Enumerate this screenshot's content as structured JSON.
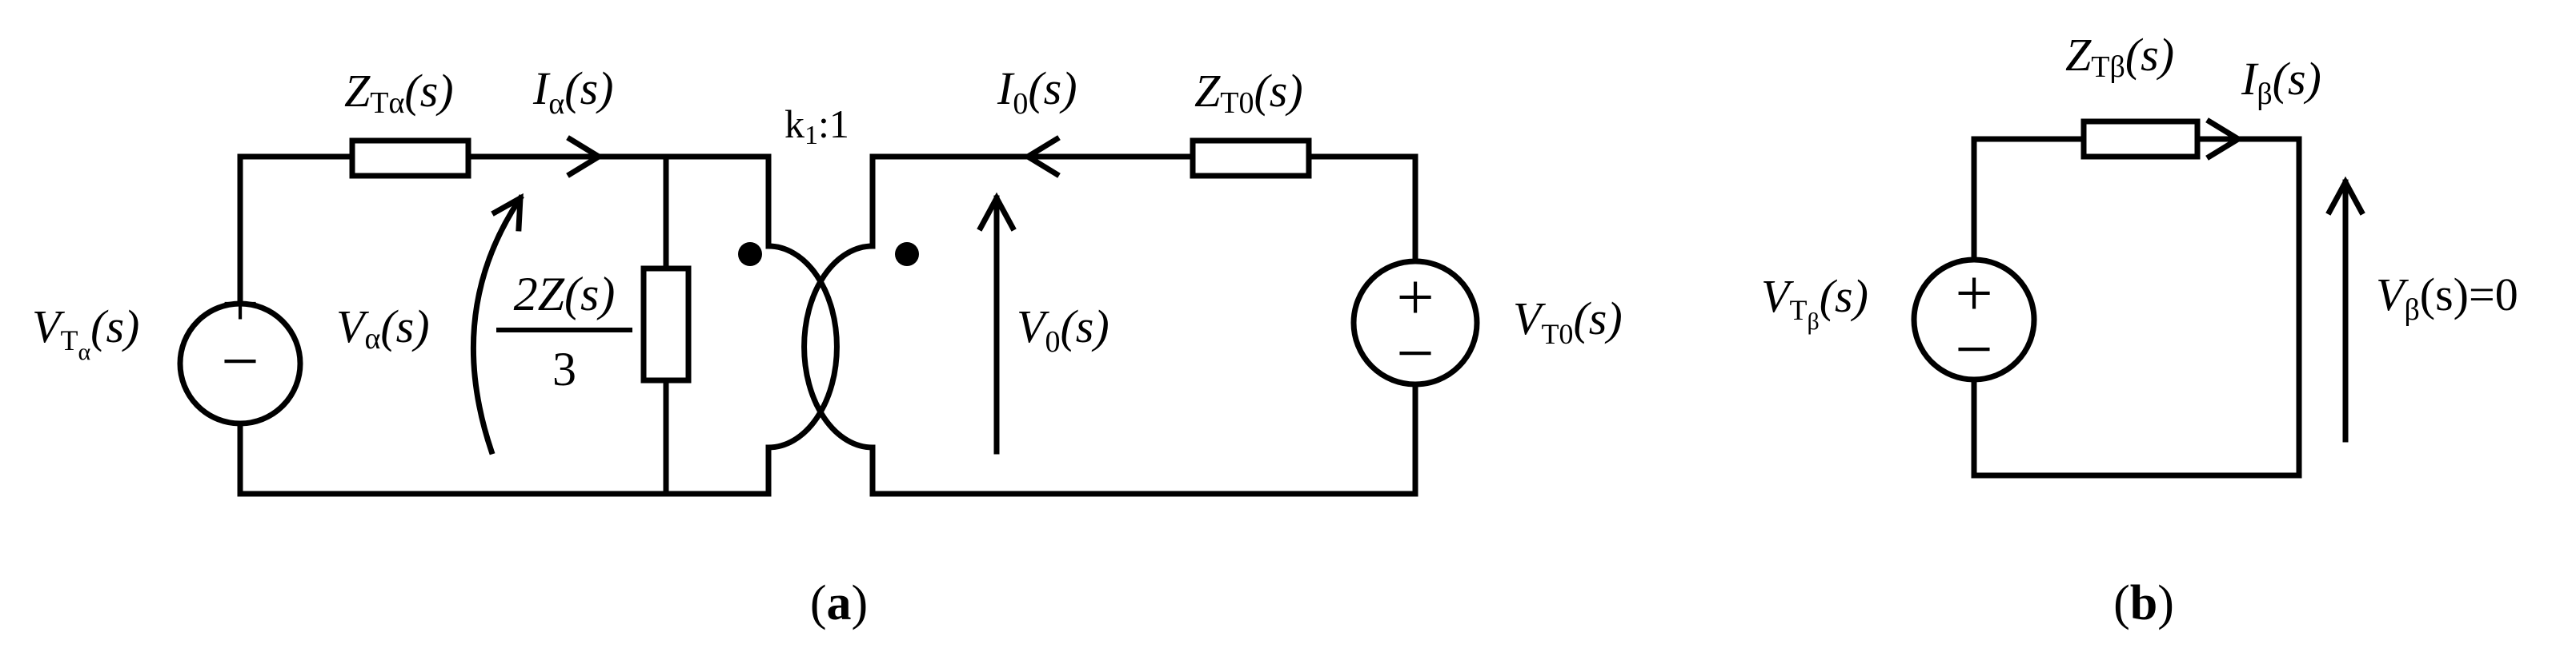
{
  "panel_a": {
    "caption_open": "(",
    "caption_letter": "a",
    "caption_close": ")",
    "z_ta": {
      "main": "Z",
      "sub": "Tα",
      "tail": "(s)"
    },
    "i_a": {
      "main": "I",
      "sub": "α",
      "tail": "(s)"
    },
    "turns_ratio": {
      "main": "k",
      "sub": "1",
      "tail": ":1"
    },
    "i_0": {
      "main": "I",
      "sub": "0",
      "tail": "(s)"
    },
    "z_t0": {
      "main": "Z",
      "sub": "T0",
      "tail": "(s)"
    },
    "v_ta": {
      "main": "V",
      "sub": "T",
      "subsub": "α",
      "tail": "(s)"
    },
    "v_a": {
      "main": "V",
      "sub": "α",
      "tail": "(s)"
    },
    "load_num": "2Z(s)",
    "load_den": "3",
    "v_0": {
      "main": "V",
      "sub": "0",
      "tail": "(s)"
    },
    "v_t0": {
      "main": "V",
      "sub": "T0",
      "tail": "(s)"
    },
    "source_plus": "+",
    "source_minus": "−"
  },
  "panel_b": {
    "caption_open": "(",
    "caption_letter": "b",
    "caption_close": ")",
    "z_tb": {
      "main": "Z",
      "sub": "Tβ",
      "tail": "(s)"
    },
    "i_b": {
      "main": "I",
      "sub": "β",
      "tail": "(s)"
    },
    "v_tb": {
      "main": "V",
      "sub": "T",
      "subsub": "β",
      "tail": "(s)"
    },
    "v_b": {
      "main": "V",
      "sub": "β",
      "tail": "(s)=0"
    },
    "source_plus": "+",
    "source_minus": "−"
  }
}
